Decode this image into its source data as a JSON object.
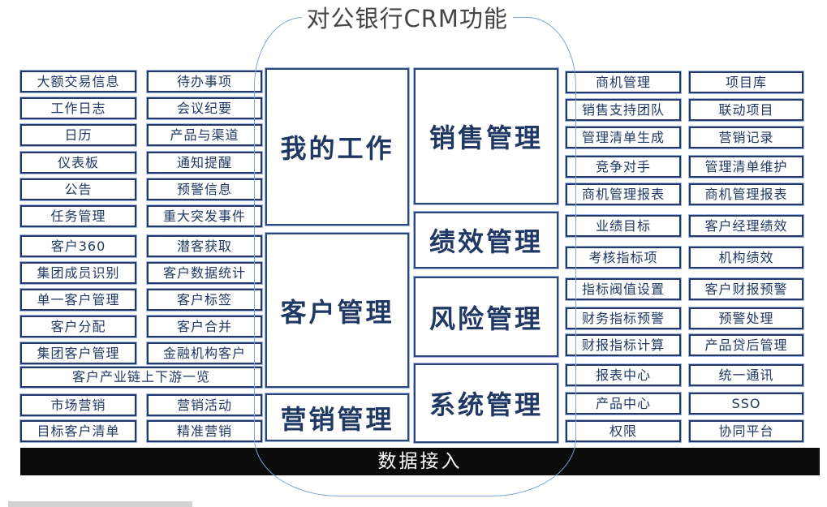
{
  "title": "对公银行CRM功能",
  "footer_bar": {
    "label": "数据接入"
  },
  "colors": {
    "box_border_navy": "#24386b",
    "box_outline_light_blue": "#9db6de",
    "text_navy": "#1f3864",
    "ring_light_blue": "#7fa3d6",
    "title_gray": "#454545",
    "footer_black": "#0b0b0b",
    "footer_text_white": "#ffffff"
  },
  "center": {
    "left_modules": [
      {
        "label": "我的工作"
      },
      {
        "label": "客户管理"
      },
      {
        "label": "营销管理"
      }
    ],
    "right_modules": [
      {
        "label": "销售管理"
      },
      {
        "label": "绩效管理"
      },
      {
        "label": "风险管理"
      },
      {
        "label": "系统管理"
      }
    ]
  },
  "left_panel": {
    "col1": [
      "大额交易信息",
      "工作日志",
      "日历",
      "仪表板",
      "公告",
      "任务管理",
      "客户360",
      "集团成员识别",
      "单一客户管理",
      "客户分配",
      "集团客户管理",
      "市场营销",
      "目标客户清单"
    ],
    "col2": [
      "待办事项",
      "会议纪要",
      "产品与渠道",
      "通知提醒",
      "预警信息",
      "重大突发事件",
      "潜客获取",
      "客户数据统计",
      "客户标签",
      "客户合并",
      "金融机构客户",
      "营销活动",
      "精准营销"
    ],
    "wide_item": "客户产业链上下游一览"
  },
  "right_panel": {
    "col1": [
      "商机管理",
      "销售支持团队",
      "管理清单生成",
      "竞争对手",
      "商机管理报表",
      "业绩目标",
      "考核指标项",
      "指标阀值设置",
      "财务指标预警",
      "财报指标计算",
      "报表中心",
      "产品中心",
      "权限"
    ],
    "col2": [
      "项目库",
      "联动项目",
      "营销记录",
      "管理清单维护",
      "商机管理报表",
      "客户经理绩效",
      "机构绩效",
      "客户财报预警",
      "预警处理",
      "产品贷后管理",
      "统一通讯",
      "SSO",
      "协同平台"
    ]
  }
}
